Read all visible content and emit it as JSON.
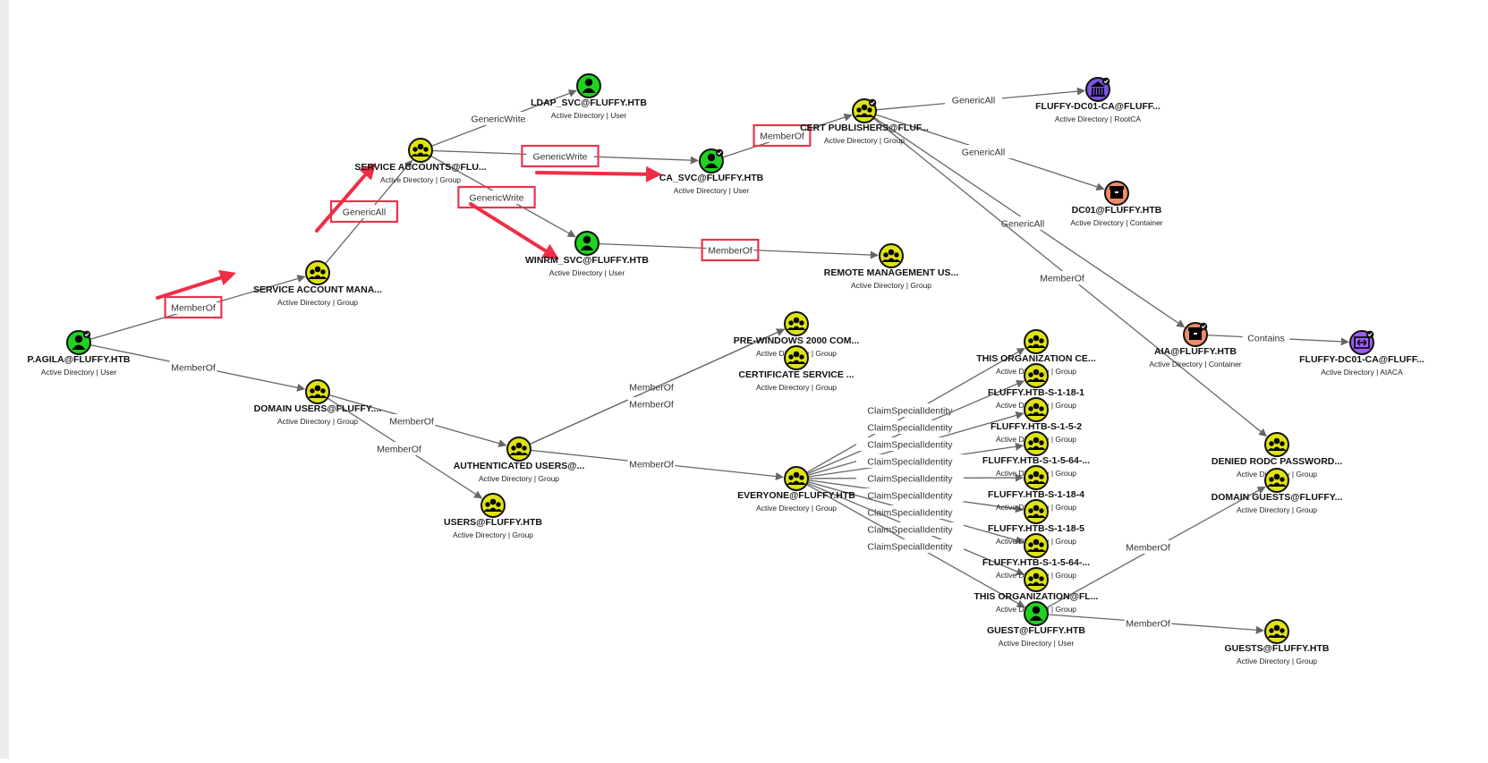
{
  "graph": {
    "nodes": [
      {
        "id": "pagila",
        "label": "P.AGILA@FLUFFY.HTB",
        "sub": "Active Directory | User",
        "kind": "user",
        "color": "#1fd31f",
        "badge": true
      },
      {
        "id": "sam",
        "label": "SERVICE ACCOUNT MANA...",
        "sub": "Active Directory | Group",
        "kind": "group",
        "color": "#dfe312"
      },
      {
        "id": "svcacc",
        "label": "SERVICE ACCOUNTS@FLU...",
        "sub": "Active Directory | Group",
        "kind": "group",
        "color": "#dfe312"
      },
      {
        "id": "ldap",
        "label": "LDAP_SVC@FLUFFY.HTB",
        "sub": "Active Directory | User",
        "kind": "user",
        "color": "#1fd31f"
      },
      {
        "id": "ca_svc",
        "label": "CA_SVC@FLUFFY.HTB",
        "sub": "Active Directory | User",
        "kind": "user",
        "color": "#1fd31f",
        "badge": true
      },
      {
        "id": "winrm",
        "label": "WINRM_SVC@FLUFFY.HTB",
        "sub": "Active Directory | User",
        "kind": "user",
        "color": "#1fd31f"
      },
      {
        "id": "remote",
        "label": "REMOTE MANAGEMENT US...",
        "sub": "Active Directory | Group",
        "kind": "group",
        "color": "#dfe312"
      },
      {
        "id": "certpub",
        "label": "CERT PUBLISHERS@FLUF...",
        "sub": "Active Directory | Group",
        "kind": "group",
        "color": "#dfe312",
        "badge": true
      },
      {
        "id": "rootca",
        "label": "FLUFFY-DC01-CA@FLUFF...",
        "sub": "Active Directory | RootCA",
        "kind": "rootca",
        "color": "#7b52e0",
        "badge": true
      },
      {
        "id": "dc01",
        "label": "DC01@FLUFFY.HTB",
        "sub": "Active Directory | Container",
        "kind": "container",
        "color": "#f08a6c"
      },
      {
        "id": "aia",
        "label": "AIA@FLUFFY.HTB",
        "sub": "Active Directory | Container",
        "kind": "container",
        "color": "#f08a6c",
        "badge": true
      },
      {
        "id": "aiaca",
        "label": "FLUFFY-DC01-CA@FLUFF...",
        "sub": "Active Directory | AIACA",
        "kind": "aiaca",
        "color": "#9b5cf0",
        "badge": true
      },
      {
        "id": "denied",
        "label": "DENIED RODC PASSWORD...",
        "sub": "Active Directory | Group",
        "kind": "group",
        "color": "#dfe312"
      },
      {
        "id": "domguests",
        "label": "DOMAIN GUESTS@FLUFFY...",
        "sub": "Active Directory | Group",
        "kind": "group",
        "color": "#dfe312"
      },
      {
        "id": "guests",
        "label": "GUESTS@FLUFFY.HTB",
        "sub": "Active Directory | Group",
        "kind": "group",
        "color": "#dfe312"
      },
      {
        "id": "domusers",
        "label": "DOMAIN USERS@FLUFFY....",
        "sub": "Active Directory | Group",
        "kind": "group",
        "color": "#dfe312"
      },
      {
        "id": "users",
        "label": "USERS@FLUFFY.HTB",
        "sub": "Active Directory | Group",
        "kind": "group",
        "color": "#dfe312"
      },
      {
        "id": "authusers",
        "label": "AUTHENTICATED USERS@...",
        "sub": "Active Directory | Group",
        "kind": "group",
        "color": "#dfe312"
      },
      {
        "id": "prewin",
        "label": "PRE-WINDOWS 2000 COM...",
        "sub": "Active Directory | Group",
        "kind": "group",
        "color": "#dfe312"
      },
      {
        "id": "certsvc",
        "label": "CERTIFICATE SERVICE ...",
        "sub": "Active Directory | Group",
        "kind": "group",
        "color": "#dfe312"
      },
      {
        "id": "everyone",
        "label": "EVERYONE@FLUFFY.HTB",
        "sub": "Active Directory | Group",
        "kind": "group",
        "color": "#dfe312"
      },
      {
        "id": "thisorgce",
        "label": "THIS ORGANIZATION CE...",
        "sub": "Active Directory | Group",
        "kind": "group",
        "color": "#dfe312"
      },
      {
        "id": "s1181",
        "label": "FLUFFY.HTB-S-1-18-1",
        "sub": "Active Directory | Group",
        "kind": "group",
        "color": "#dfe312"
      },
      {
        "id": "s152",
        "label": "FLUFFY.HTB-S-1-5-2",
        "sub": "Active Directory | Group",
        "kind": "group",
        "color": "#dfe312"
      },
      {
        "id": "s15641",
        "label": "FLUFFY.HTB-S-1-5-64-...",
        "sub": "Active Directory | Group",
        "kind": "group",
        "color": "#dfe312"
      },
      {
        "id": "s1184",
        "label": "FLUFFY.HTB-S-1-18-4",
        "sub": "Active Directory | Group",
        "kind": "group",
        "color": "#dfe312"
      },
      {
        "id": "s1185",
        "label": "FLUFFY.HTB-S-1-18-5",
        "sub": "Active Directory | Group",
        "kind": "group",
        "color": "#dfe312"
      },
      {
        "id": "s15642",
        "label": "FLUFFY.HTB-S-1-5-64-...",
        "sub": "Active Directory | Group",
        "kind": "group",
        "color": "#dfe312"
      },
      {
        "id": "thisorg",
        "label": "THIS ORGANIZATION@FL...",
        "sub": "Active Directory | Group",
        "kind": "group",
        "color": "#dfe312"
      },
      {
        "id": "guest",
        "label": "GUEST@FLUFFY.HTB",
        "sub": "Active Directory | User",
        "kind": "user",
        "color": "#1fd31f"
      }
    ],
    "edges": [
      {
        "from": "pagila",
        "to": "sam",
        "label": "MemberOf",
        "highlight": true
      },
      {
        "from": "pagila",
        "to": "domusers",
        "label": "MemberOf"
      },
      {
        "from": "sam",
        "to": "svcacc",
        "label": "GenericAll",
        "highlight": true
      },
      {
        "from": "svcacc",
        "to": "ldap",
        "label": "GenericWrite"
      },
      {
        "from": "svcacc",
        "to": "ca_svc",
        "label": "GenericWrite",
        "highlight": true
      },
      {
        "from": "svcacc",
        "to": "winrm",
        "label": "GenericWrite",
        "highlight": true
      },
      {
        "from": "winrm",
        "to": "remote",
        "label": "MemberOf",
        "highlight": true
      },
      {
        "from": "ca_svc",
        "to": "certpub",
        "label": "MemberOf",
        "highlight": true
      },
      {
        "from": "certpub",
        "to": "rootca",
        "label": "GenericAll"
      },
      {
        "from": "certpub",
        "to": "dc01",
        "label": "GenericAll"
      },
      {
        "from": "certpub",
        "to": "aia",
        "label": "GenericAll"
      },
      {
        "from": "certpub",
        "to": "denied",
        "label": "MemberOf"
      },
      {
        "from": "aia",
        "to": "aiaca",
        "label": "Contains"
      },
      {
        "from": "domusers",
        "to": "authusers",
        "label": "MemberOf"
      },
      {
        "from": "domusers",
        "to": "users",
        "label": "MemberOf"
      },
      {
        "from": "authusers",
        "to": "prewin",
        "label": "MemberOf"
      },
      {
        "from": "authusers",
        "to": "prewin",
        "label": "MemberOf"
      },
      {
        "from": "authusers",
        "to": "everyone",
        "label": "MemberOf"
      },
      {
        "from": "everyone",
        "to": "thisorgce",
        "label": "ClaimSpecialIdentity"
      },
      {
        "from": "everyone",
        "to": "s1181",
        "label": "ClaimSpecialIdentity"
      },
      {
        "from": "everyone",
        "to": "s152",
        "label": "ClaimSpecialIdentity"
      },
      {
        "from": "everyone",
        "to": "s15641",
        "label": "ClaimSpecialIdentity"
      },
      {
        "from": "everyone",
        "to": "s1184",
        "label": "ClaimSpecialIdentity"
      },
      {
        "from": "everyone",
        "to": "s1185",
        "label": "ClaimSpecialIdentity"
      },
      {
        "from": "everyone",
        "to": "s15642",
        "label": "ClaimSpecialIdentity"
      },
      {
        "from": "everyone",
        "to": "thisorg",
        "label": "ClaimSpecialIdentity"
      },
      {
        "from": "everyone",
        "to": "guest",
        "label": "ClaimSpecialIdentity"
      },
      {
        "from": "guest",
        "to": "domguests",
        "label": "MemberOf"
      },
      {
        "from": "guest",
        "to": "guests",
        "label": "MemberOf"
      }
    ]
  },
  "colors": {
    "edge": "#666666",
    "highlight": "#e8344e",
    "arrow": "#ef2d47"
  }
}
